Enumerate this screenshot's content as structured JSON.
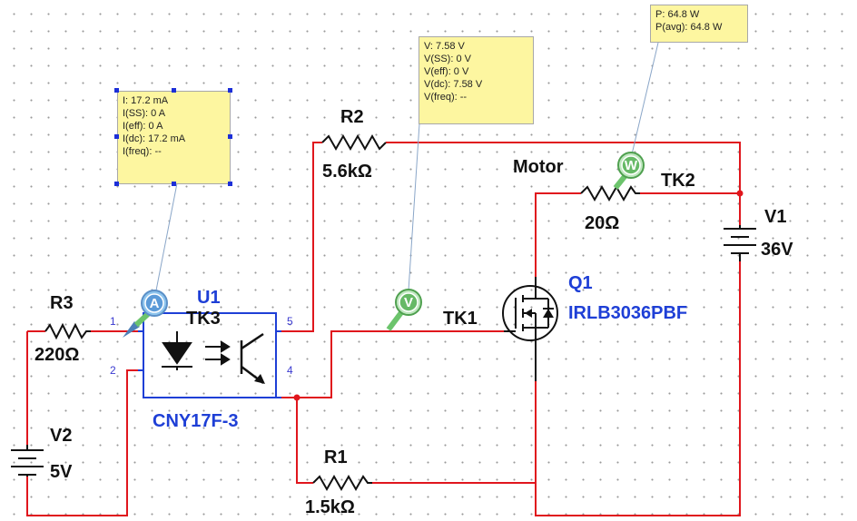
{
  "probes": {
    "current": {
      "lines": [
        "I: 17.2 mA",
        "I(SS): 0 A",
        "I(eff): 0 A",
        "I(dc): 17.2 mA",
        "I(freq): --"
      ]
    },
    "voltage": {
      "lines": [
        "V: 7.58 V",
        "V(SS): 0 V",
        "V(eff): 0 V",
        "V(dc): 7.58 V",
        "V(freq): --"
      ]
    },
    "power": {
      "lines": [
        "P: 64.8 W",
        "P(avg): 64.8 W"
      ]
    }
  },
  "components": {
    "r1": {
      "ref": "R1",
      "value": "1.5kΩ"
    },
    "r2": {
      "ref": "R2",
      "value": "5.6kΩ"
    },
    "r3": {
      "ref": "R3",
      "value": "220Ω"
    },
    "motor": {
      "ref": "Motor",
      "value": "20Ω"
    },
    "u1": {
      "ref": "U1",
      "part": "CNY17F-3",
      "pins": [
        "1",
        "2",
        "5",
        "4"
      ]
    },
    "q1": {
      "ref": "Q1",
      "part": "IRLB3036PBF"
    },
    "v1": {
      "ref": "V1",
      "value": "36V"
    },
    "v2": {
      "ref": "V2",
      "value": "5V"
    }
  },
  "nets": {
    "tk1": "TK1",
    "tk2": "TK2",
    "tk3": "TK3"
  },
  "meters": {
    "ammeter": "A",
    "voltmeter": "V",
    "wattmeter": "W"
  },
  "colors": {
    "wire": "#e0161d",
    "component_blue": "#1e3fd6",
    "probe_bg": "#fdf6a0",
    "probe_green": "#6cc46c"
  }
}
